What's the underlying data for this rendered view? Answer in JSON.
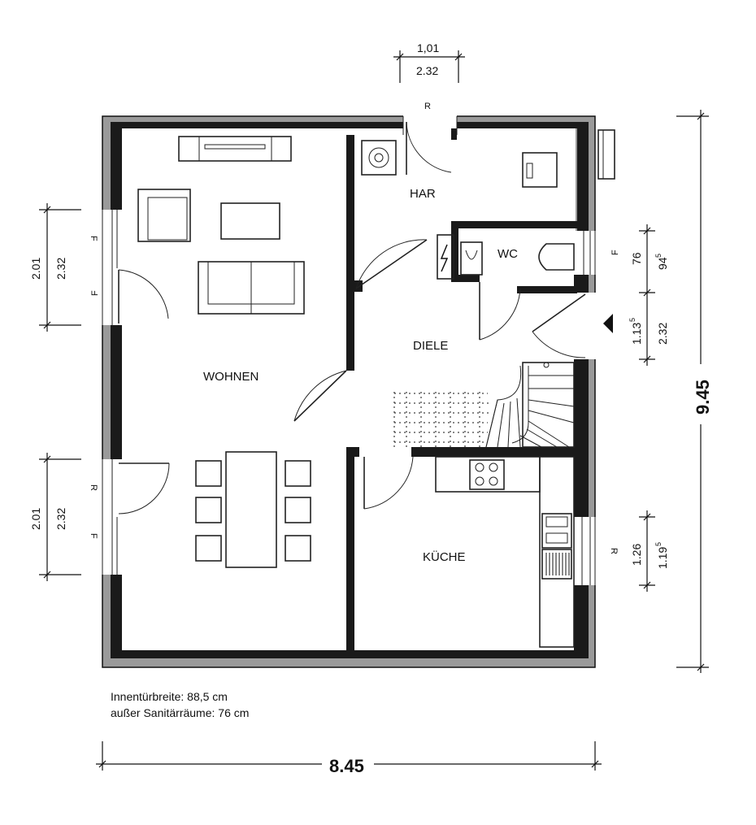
{
  "rooms": {
    "living": "WOHNEN",
    "utility": "HAR",
    "wc": "WC",
    "hall": "DIELE",
    "kitchen": "KÜCHE"
  },
  "dimensions": {
    "overall_width": "8.45",
    "overall_height": "9.45",
    "top_door_width": "1,01",
    "top_door_height": "2.32",
    "left_upper_width": "2.01",
    "left_upper_height": "2.32",
    "left_lower_width": "2.01",
    "left_lower_height": "2.32",
    "right_wc_width": "76",
    "right_wc_height_main": "94",
    "right_wc_height_sup": "5",
    "right_entry_width_main": "1.13",
    "right_entry_width_sup": "5",
    "right_entry_height": "2.32",
    "right_kitchen_width": "1.26",
    "right_kitchen_height_main": "1.19",
    "right_kitchen_height_sup": "5"
  },
  "notes": {
    "line1": "Innentürbreite: 88,5 cm",
    "line2": "außer Sanitärräume: 76 cm"
  },
  "window_marks": {
    "top": "R",
    "left_upper_1": "F",
    "left_upper_2": "F",
    "left_lower_1": "R",
    "left_lower_2": "F",
    "right_wc": "F",
    "right_kitchen": "R"
  }
}
